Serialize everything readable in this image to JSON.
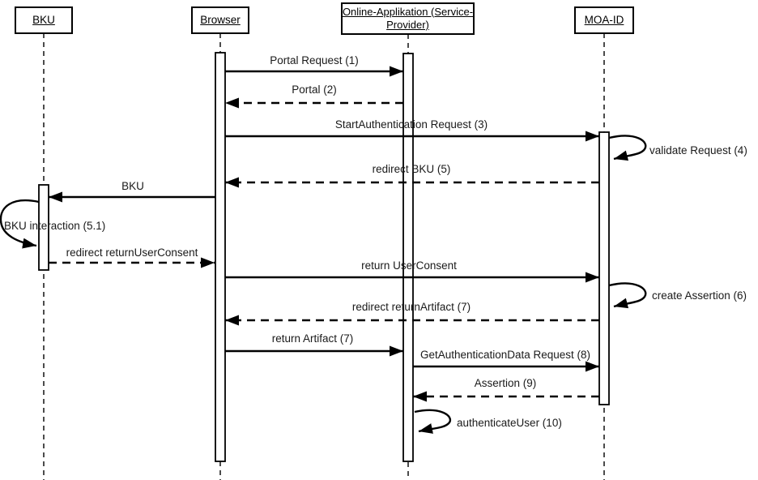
{
  "diagram": {
    "type": "uml-sequence-diagram",
    "colors": {
      "line": "#000000",
      "background": "#ffffff"
    },
    "participants": [
      {
        "id": "bku",
        "label": "BKU"
      },
      {
        "id": "browser",
        "label": "Browser"
      },
      {
        "id": "online_app",
        "label": "Online-Applikation (Service-Provider)",
        "label_lines": [
          "Online-Applikation (Service-",
          "Provider)"
        ]
      },
      {
        "id": "moa_id",
        "label": "MOA-ID"
      }
    ],
    "messages": [
      {
        "label": "Portal Request (1)",
        "from": "Browser",
        "to": "Online-Applikation (Service-Provider)",
        "kind": "solid"
      },
      {
        "label": "Portal (2)",
        "from": "Online-Applikation (Service-Provider)",
        "to": "Browser",
        "kind": "dashed"
      },
      {
        "label": "StartAuthentication Request (3)",
        "from": "Browser",
        "to": "MOA-ID",
        "kind": "solid"
      },
      {
        "label": "validate Request (4)",
        "from": "MOA-ID",
        "to": "MOA-ID",
        "kind": "self"
      },
      {
        "label": "redirect BKU (5)",
        "from": "MOA-ID",
        "to": "Browser",
        "kind": "dashed"
      },
      {
        "label": "BKU",
        "from": "Browser",
        "to": "BKU",
        "kind": "solid"
      },
      {
        "label": "BKU interaction (5.1)",
        "from": "BKU",
        "to": "BKU",
        "kind": "self"
      },
      {
        "label": "redirect returnUserConsent",
        "from": "BKU",
        "to": "Browser",
        "kind": "dashed"
      },
      {
        "label": "return UserConsent",
        "from": "Browser",
        "to": "MOA-ID",
        "kind": "solid"
      },
      {
        "label": "create Assertion (6)",
        "from": "MOA-ID",
        "to": "MOA-ID",
        "kind": "self"
      },
      {
        "label": "redirect returnArtifact (7)",
        "from": "MOA-ID",
        "to": "Browser",
        "kind": "dashed"
      },
      {
        "label": "return Artifact (7)",
        "from": "Browser",
        "to": "Online-Applikation (Service-Provider)",
        "kind": "solid"
      },
      {
        "label": "GetAuthenticationData Request (8)",
        "from": "Online-Applikation (Service-Provider)",
        "to": "MOA-ID",
        "kind": "solid"
      },
      {
        "label": "Assertion (9)",
        "from": "MOA-ID",
        "to": "Online-Applikation (Service-Provider)",
        "kind": "dashed"
      },
      {
        "label": "authenticateUser (10)",
        "from": "Online-Applikation (Service-Provider)",
        "to": "Online-Applikation (Service-Provider)",
        "kind": "self"
      }
    ]
  }
}
